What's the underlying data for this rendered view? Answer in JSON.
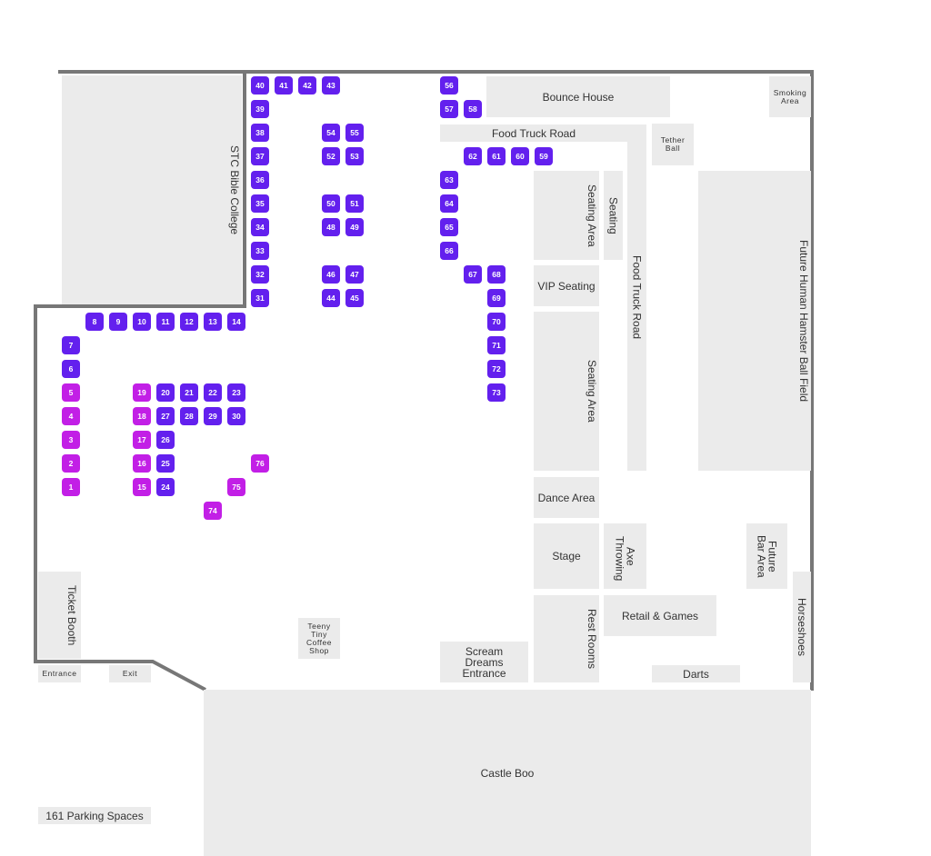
{
  "colors": {
    "slot_primary": "#6320ee",
    "slot_secondary": "#c21fe6",
    "area": "#ebebeb",
    "wall": "#777777"
  },
  "areas": {
    "stc": "STC Bible College",
    "bounce": "Bounce House",
    "smoking": "Smoking Area",
    "food_truck_h": "Food Truck Road",
    "food_truck_v": "Food Truck Road",
    "tether": "Tether Ball",
    "seating_area_1": "Seating Area",
    "seating": "Seating",
    "vip": "VIP Seating",
    "seating_area_2": "Seating Area",
    "hamster": "Future Human Hamster Ball Field",
    "dance": "Dance Area",
    "stage": "Stage",
    "axe": "Axe Throwing",
    "bar": "Future Bar Area",
    "horseshoes": "Horseshoes",
    "restrooms": "Rest Rooms",
    "retail": "Retail & Games",
    "darts": "Darts",
    "scream": "Scream Dreams Entrance",
    "coffee": "Teeny Tiny Coffee Shop",
    "ticket": "Ticket Booth",
    "entrance": "Entrance",
    "exit": "Exit",
    "castle": "Castle Boo",
    "parking": "161 Parking Spaces"
  },
  "slots": [
    {
      "label": "1",
      "type": "secondary"
    },
    {
      "label": "2",
      "type": "secondary"
    },
    {
      "label": "3",
      "type": "secondary"
    },
    {
      "label": "4",
      "type": "secondary"
    },
    {
      "label": "5",
      "type": "secondary"
    },
    {
      "label": "6",
      "type": "primary"
    },
    {
      "label": "7",
      "type": "primary"
    },
    {
      "label": "8",
      "type": "primary"
    },
    {
      "label": "9",
      "type": "primary"
    },
    {
      "label": "10",
      "type": "primary"
    },
    {
      "label": "11",
      "type": "primary"
    },
    {
      "label": "12",
      "type": "primary"
    },
    {
      "label": "13",
      "type": "primary"
    },
    {
      "label": "14",
      "type": "primary"
    },
    {
      "label": "15",
      "type": "secondary"
    },
    {
      "label": "16",
      "type": "secondary"
    },
    {
      "label": "17",
      "type": "secondary"
    },
    {
      "label": "18",
      "type": "secondary"
    },
    {
      "label": "19",
      "type": "secondary"
    },
    {
      "label": "20",
      "type": "primary"
    },
    {
      "label": "21",
      "type": "primary"
    },
    {
      "label": "22",
      "type": "primary"
    },
    {
      "label": "23",
      "type": "primary"
    },
    {
      "label": "24",
      "type": "primary"
    },
    {
      "label": "25",
      "type": "primary"
    },
    {
      "label": "26",
      "type": "primary"
    },
    {
      "label": "27",
      "type": "primary"
    },
    {
      "label": "28",
      "type": "primary"
    },
    {
      "label": "29",
      "type": "primary"
    },
    {
      "label": "30",
      "type": "primary"
    },
    {
      "label": "31",
      "type": "primary"
    },
    {
      "label": "32",
      "type": "primary"
    },
    {
      "label": "33",
      "type": "primary"
    },
    {
      "label": "34",
      "type": "primary"
    },
    {
      "label": "35",
      "type": "primary"
    },
    {
      "label": "36",
      "type": "primary"
    },
    {
      "label": "37",
      "type": "primary"
    },
    {
      "label": "38",
      "type": "primary"
    },
    {
      "label": "39",
      "type": "primary"
    },
    {
      "label": "40",
      "type": "primary"
    },
    {
      "label": "41",
      "type": "primary"
    },
    {
      "label": "42",
      "type": "primary"
    },
    {
      "label": "43",
      "type": "primary"
    },
    {
      "label": "44",
      "type": "primary"
    },
    {
      "label": "45",
      "type": "primary"
    },
    {
      "label": "46",
      "type": "primary"
    },
    {
      "label": "47",
      "type": "primary"
    },
    {
      "label": "48",
      "type": "primary"
    },
    {
      "label": "49",
      "type": "primary"
    },
    {
      "label": "50",
      "type": "primary"
    },
    {
      "label": "51",
      "type": "primary"
    },
    {
      "label": "52",
      "type": "primary"
    },
    {
      "label": "53",
      "type": "primary"
    },
    {
      "label": "54",
      "type": "primary"
    },
    {
      "label": "55",
      "type": "primary"
    },
    {
      "label": "56",
      "type": "primary"
    },
    {
      "label": "57",
      "type": "primary"
    },
    {
      "label": "58",
      "type": "primary"
    },
    {
      "label": "59",
      "type": "primary"
    },
    {
      "label": "60",
      "type": "primary"
    },
    {
      "label": "61",
      "type": "primary"
    },
    {
      "label": "62",
      "type": "primary"
    },
    {
      "label": "63",
      "type": "primary"
    },
    {
      "label": "64",
      "type": "primary"
    },
    {
      "label": "65",
      "type": "primary"
    },
    {
      "label": "66",
      "type": "primary"
    },
    {
      "label": "67",
      "type": "primary"
    },
    {
      "label": "68",
      "type": "primary"
    },
    {
      "label": "69",
      "type": "primary"
    },
    {
      "label": "70",
      "type": "primary"
    },
    {
      "label": "71",
      "type": "primary"
    },
    {
      "label": "72",
      "type": "primary"
    },
    {
      "label": "73",
      "type": "primary"
    },
    {
      "label": "74",
      "type": "secondary"
    },
    {
      "label": "75",
      "type": "secondary"
    },
    {
      "label": "76",
      "type": "secondary"
    }
  ]
}
